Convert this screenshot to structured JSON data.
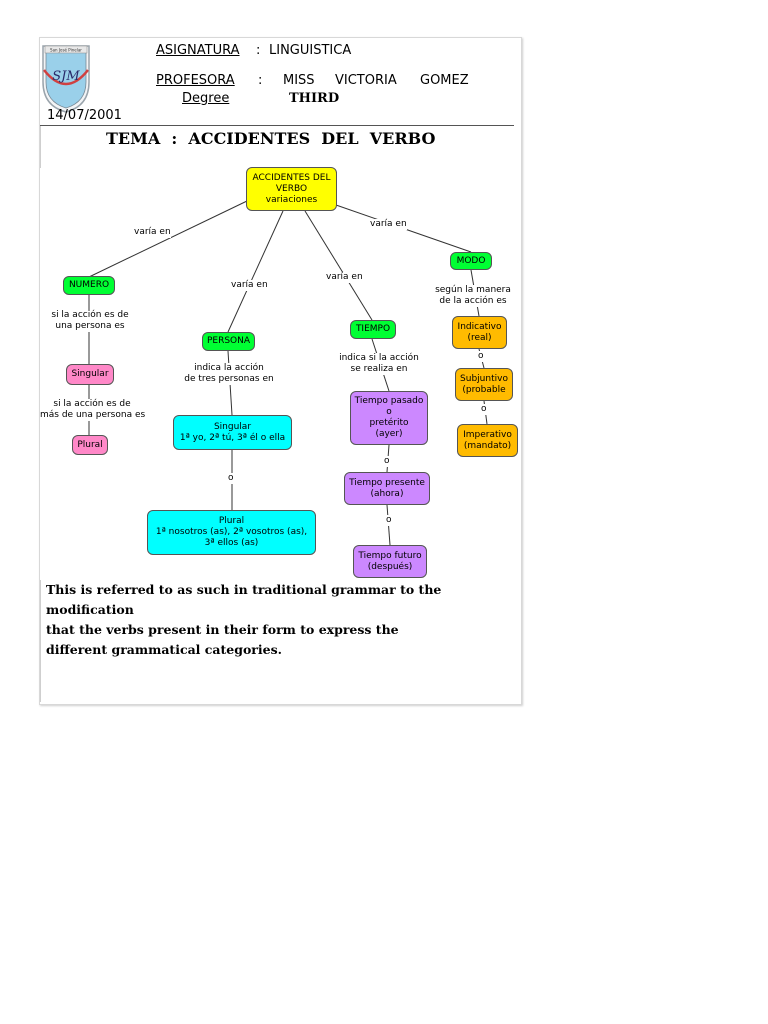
{
  "header": {
    "subject_label": "ASIGNATURA",
    "subject_sep": ":",
    "subject_value": "LINGUISTICA",
    "teacher_label": "PROFESORA",
    "teacher_sep": ":",
    "teacher_name_1": "MISS",
    "teacher_name_2": "VICTORIA",
    "teacher_name_3": "GOMEZ",
    "degree_label": "Degree",
    "degree_value": "THIRD",
    "date": "14/07/2001",
    "topic": "TEMA  :  ACCIDENTES  DEL  VERBO"
  },
  "logo": {
    "text_top": "San José Pinelar",
    "text_letters": "SJM"
  },
  "diagram": {
    "root": [
      "ACCIDENTES DEL",
      "VERBO",
      "variaciones"
    ],
    "link_numero": "varía en",
    "link_persona": "varía en",
    "link_tiempo": "varía en",
    "link_modo": "varía en",
    "numero": "NUMERO",
    "numero_desc": [
      "si la acción es de",
      "una persona es"
    ],
    "numero_singular": "Singular",
    "numero_plural_desc": [
      "si la acción es de",
      "más de una persona es"
    ],
    "numero_plural": "Plural",
    "persona": "PERSONA",
    "persona_desc": [
      "indica la acción",
      "de tres personas en"
    ],
    "persona_singular": [
      "Singular",
      "1ª yo, 2ª tú, 3ª él o ella"
    ],
    "persona_or": "o",
    "persona_plural": [
      "Plural",
      "1ª nosotros (as), 2ª vosotros (as),",
      "3ª ellos (as)"
    ],
    "tiempo": "TIEMPO",
    "tiempo_desc": [
      "indica si la acción",
      "se realiza en"
    ],
    "tiempo_pasado": [
      "Tiempo pasado",
      "o",
      "pretérito",
      "(ayer)"
    ],
    "tiempo_or_1": "o",
    "tiempo_presente": [
      "Tiempo presente",
      "(ahora)"
    ],
    "tiempo_or_2": "o",
    "tiempo_futuro": [
      "Tiempo futuro",
      "(después)"
    ],
    "modo": "MODO",
    "modo_desc": [
      "según la manera",
      "de la acción es"
    ],
    "modo_indicativo": [
      "Indicativo",
      "(real)"
    ],
    "modo_or_1": "o",
    "modo_subjuntivo": [
      "Subjuntivo",
      "(probable"
    ],
    "modo_or_2": "o",
    "modo_imperativo": [
      "Imperativo",
      "(mandato)"
    ]
  },
  "paragraph": {
    "line1": "This is referred to as such in traditional grammar to the modification",
    "line2": "that the verbs present in their form to express the",
    "line3": "different grammatical categories."
  },
  "colors": {
    "yellow": "#ffff00",
    "green": "#00ff33",
    "pink": "#ff88c8",
    "cyan": "#00ffff",
    "violet": "#cc88ff",
    "orange": "#ffbb00"
  }
}
